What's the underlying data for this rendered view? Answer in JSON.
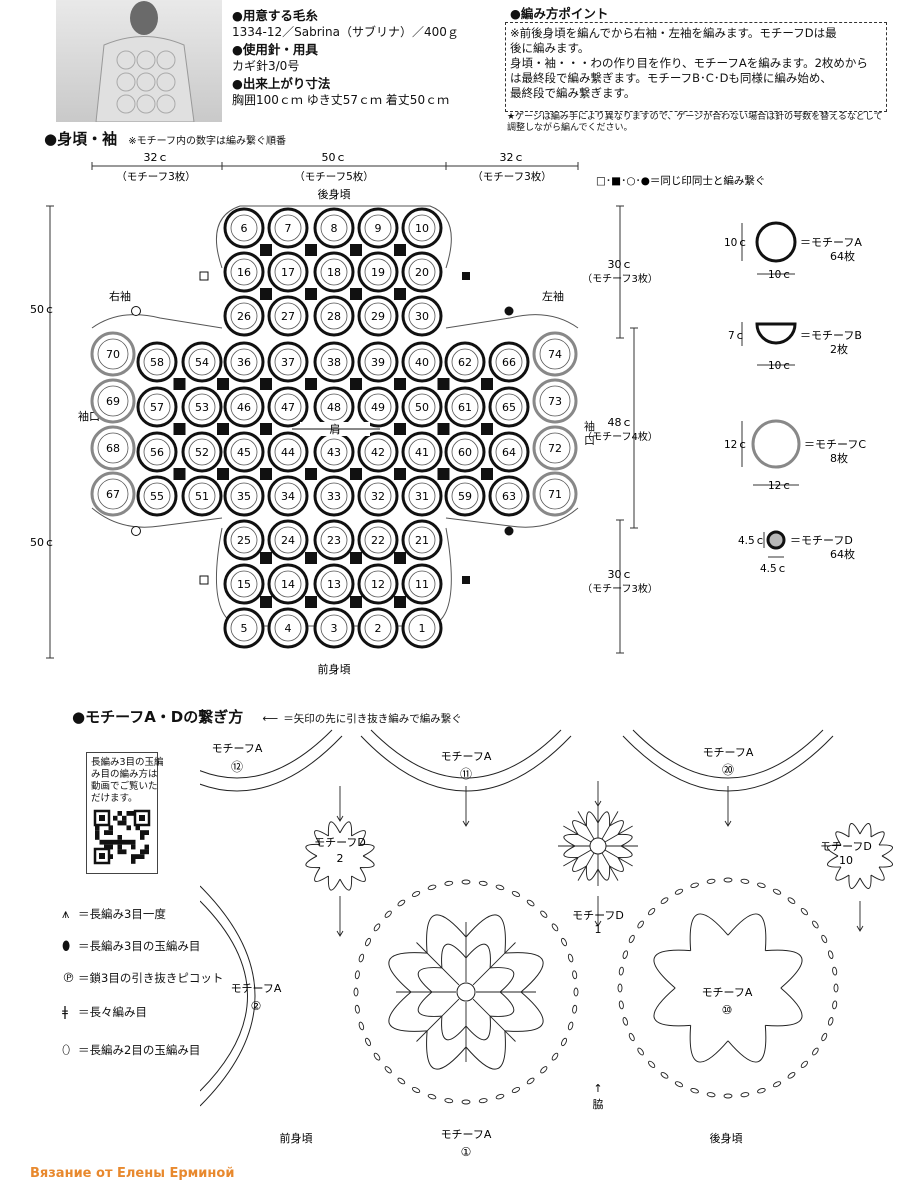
{
  "materials": {
    "yarn_header": "●用意する毛糸",
    "yarn_value": "1334-12／Sabrina（サブリナ）／400ｇ",
    "tools_header": "●使用針・用具",
    "tools_value": "カギ針3/0号",
    "size_header": "●出来上がり寸法",
    "size_value": "胸囲100ｃｍ ゆき丈57ｃｍ 着丈50ｃｍ"
  },
  "points": {
    "header": "●編み方ポイント",
    "lines": [
      "※前後身頃を編んでから右袖・左袖を編みます。モチーフDは最",
      "後に編みます。",
      "身頃・袖・・・わの作り目を作り、モチーフAを編みます。2枚めから",
      "は最終段で編み繋ぎます。モチーフB･C･Dも同様に編み始め、",
      "最終段で編み繋ぎます。"
    ],
    "gauge_note": "★ゲージは編み手により異なりますので、ゲージが合わない場合は針の号数を替えるなどして調整しながら編んでください。"
  },
  "section1": {
    "title": "●身頃・袖",
    "note": "※モチーフ内の数字は編み繋ぐ順番",
    "dim_left": "32ｃ",
    "dim_left_sub": "（モチーフ3枚）",
    "dim_mid": "50ｃ",
    "dim_mid_sub": "（モチーフ5枚）",
    "dim_right": "32ｃ",
    "dim_right_sub": "（モチーフ3枚）",
    "back_label": "後身頃",
    "front_label": "前身頃",
    "right_sleeve": "右袖",
    "left_sleeve": "左袖",
    "cuff_left": "袖口",
    "cuff_right": "袖口",
    "shoulder": "肩",
    "h50_top": "50ｃ",
    "h50_bottom": "50ｃ",
    "r30_top": "30ｃ",
    "r30_top_sub": "（モチーフ3枚）",
    "r48": "48ｃ",
    "r48_sub": "（モチーフ4枚）",
    "r30_bottom": "30ｃ",
    "r30_bottom_sub": "（モチーフ3枚）",
    "symbols_note": "□･■･○･●＝同じ印同士と編み繋ぐ"
  },
  "motifs": [
    {
      "label": "＝モチーフA",
      "count": "64枚",
      "w": "10ｃ",
      "h": "10ｃ"
    },
    {
      "label": "＝モチーフB",
      "count": "2枚",
      "w": "10ｃ",
      "h": "7ｃ"
    },
    {
      "label": "＝モチーフC",
      "count": "8枚",
      "w": "12ｃ",
      "h": "12ｃ"
    },
    {
      "label": "＝モチーフD",
      "count": "64枚",
      "w": "4.5ｃ",
      "h": "4.5ｃ"
    }
  ],
  "section2": {
    "title": "●モチーフA・Dの繋ぎ方",
    "arrow_note": "＝矢印の先に引き抜き編みで編み繋ぐ",
    "qr_note": [
      "長編み3目の玉編",
      "み目の編み方は",
      "動画でご覧いた",
      "だけます。"
    ],
    "legend": [
      "＝長編み3目一度",
      "＝長編み3目の玉編み目",
      "＝鎖3目の引き抜きピコット",
      "＝長々編み目",
      "＝長編み2目の玉編み目"
    ],
    "labels": {
      "mA12": "モチーフA",
      "n12": "⑫",
      "mA11": "モチーフA",
      "n11": "⑪",
      "mA20": "モチーフA",
      "n20": "⑳",
      "mD2": "モチーフD",
      "n2d": "2",
      "mD1": "モチーフD",
      "n1d": "1",
      "mD10": "モチーフD",
      "n10d": "10",
      "mA2": "モチーフA",
      "n2": "②",
      "mA10": "モチーフA",
      "n10": "⑩",
      "mA1": "モチーフA",
      "n1": "①",
      "front": "前身頃",
      "back": "後身頃",
      "side": "脇"
    }
  },
  "footer": "Вязание от Елены Ерминой",
  "grid": {
    "back_rows": [
      [
        "6",
        "7",
        "8",
        "9",
        "10"
      ],
      [
        "16",
        "17",
        "18",
        "19",
        "20"
      ],
      [
        "26",
        "27",
        "28",
        "29",
        "30"
      ]
    ],
    "front_rows": [
      [
        "25",
        "24",
        "23",
        "22",
        "21"
      ],
      [
        "15",
        "14",
        "13",
        "12",
        "11"
      ],
      [
        "5",
        "4",
        "3",
        "2",
        "1"
      ]
    ],
    "center_rows": [
      [
        "58",
        "54",
        "36",
        "37",
        "38",
        "39",
        "40",
        "62",
        "66"
      ],
      [
        "57",
        "53",
        "46",
        "47",
        "48",
        "49",
        "50",
        "61",
        "65"
      ],
      [
        "56",
        "52",
        "45",
        "44",
        "43",
        "42",
        "41",
        "60",
        "64"
      ],
      [
        "55",
        "51",
        "35",
        "34",
        "33",
        "32",
        "31",
        "59",
        "63"
      ]
    ],
    "cuff_left": [
      "70",
      "69",
      "68",
      "67"
    ],
    "cuff_right": [
      "74",
      "73",
      "72",
      "71"
    ]
  }
}
